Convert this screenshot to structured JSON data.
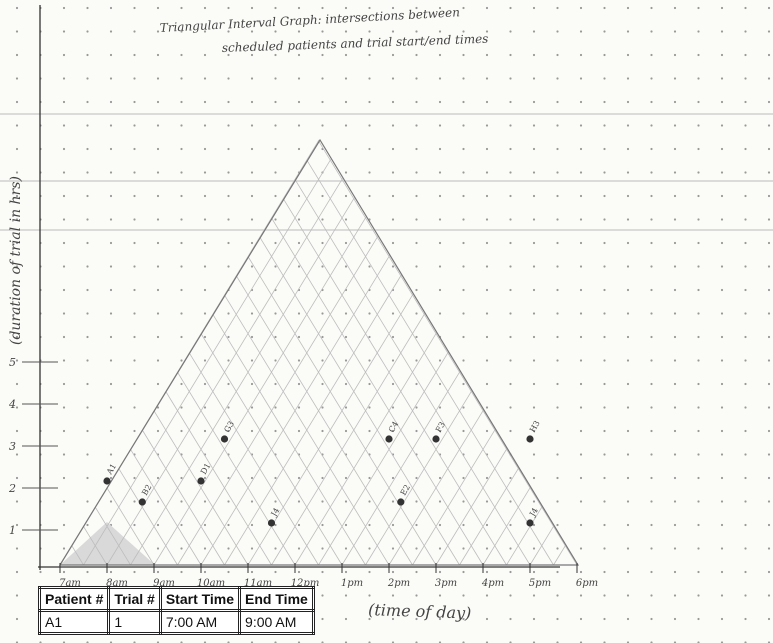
{
  "title_line1": "Triangular Interval Graph: intersections between",
  "title_line2": "scheduled patients and trial start/end times",
  "y_axis_label": "(duration of trial in hrs)",
  "x_axis_label": "(time of day)",
  "x_ticks": [
    "7am",
    "8am",
    "9am",
    "10am",
    "11am",
    "12pm",
    "1pm",
    "2pm",
    "3pm",
    "4pm",
    "5pm",
    "6pm"
  ],
  "y_ticks": [
    "1",
    "2",
    "3",
    "4",
    "5"
  ],
  "colors": {
    "ink": "#333333",
    "grid": "#bdbdbd",
    "shade": "#d9d9d9",
    "rule": "#c8c8c8",
    "dot": "#999999"
  },
  "chart_data": {
    "type": "scatter",
    "xlabel": "(time of day)",
    "ylabel": "(duration of trial in hrs)",
    "x_range": [
      "7am",
      "6pm"
    ],
    "points": [
      {
        "label": "A1",
        "x": "8am",
        "y": 2
      },
      {
        "label": "B2",
        "x": "8:45am",
        "y": 1.5
      },
      {
        "label": "D1",
        "x": "10am",
        "y": 2
      },
      {
        "label": "G3",
        "x": "10:30am",
        "y": 3
      },
      {
        "label": "J4",
        "x": "11:30am",
        "y": 1
      },
      {
        "label": "C4",
        "x": "2pm",
        "y": 3
      },
      {
        "label": "E2",
        "x": "2:15pm",
        "y": 1.5
      },
      {
        "label": "F3",
        "x": "3pm",
        "y": 3
      },
      {
        "label": "H3",
        "x": "5pm",
        "y": 3
      },
      {
        "label": "J4",
        "x": "5pm",
        "y": 1
      }
    ]
  },
  "table": {
    "headers": [
      "Patient #",
      "Trial #",
      "Start Time",
      "End Time"
    ],
    "rows": [
      [
        "A1",
        "1",
        "7:00 AM",
        "9:00 AM"
      ]
    ]
  }
}
